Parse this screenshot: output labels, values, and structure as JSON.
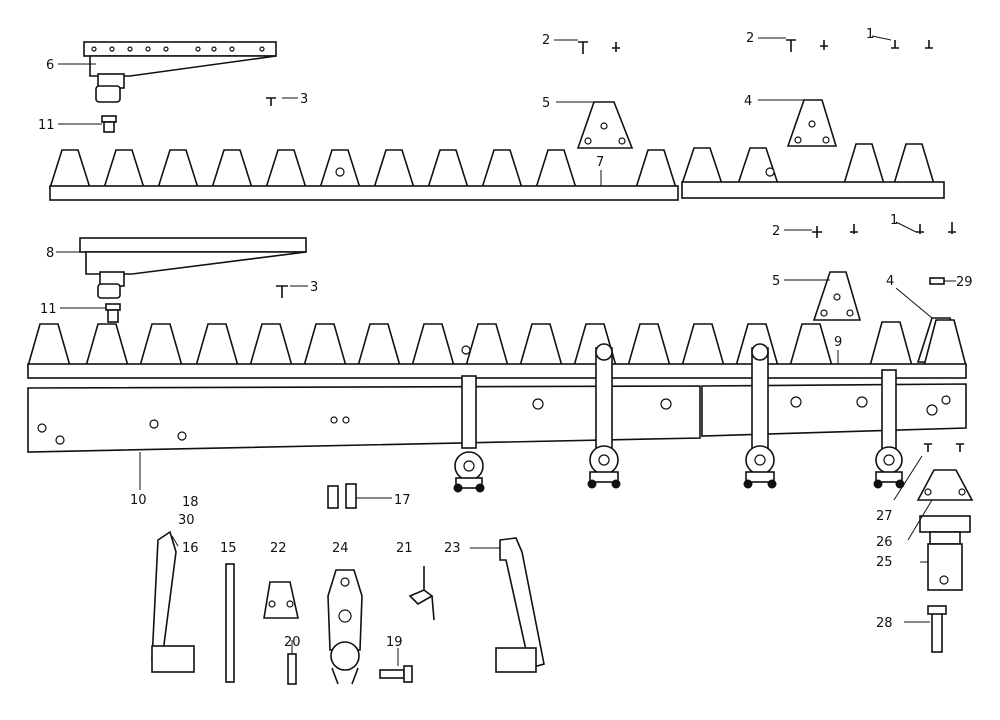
{
  "diagram": {
    "labels": [
      {
        "id": "l2a",
        "text": "2"
      },
      {
        "id": "l2b",
        "text": "2"
      },
      {
        "id": "l1a",
        "text": "1"
      },
      {
        "id": "l6",
        "text": "6"
      },
      {
        "id": "l3a",
        "text": "3"
      },
      {
        "id": "l11a",
        "text": "11"
      },
      {
        "id": "l5a",
        "text": "5"
      },
      {
        "id": "l4a",
        "text": "4"
      },
      {
        "id": "l7",
        "text": "7"
      },
      {
        "id": "l2c",
        "text": "2"
      },
      {
        "id": "l1b",
        "text": "1"
      },
      {
        "id": "l8",
        "text": "8"
      },
      {
        "id": "l3b",
        "text": "3"
      },
      {
        "id": "l5b",
        "text": "5"
      },
      {
        "id": "l4b",
        "text": "4"
      },
      {
        "id": "l29",
        "text": "29"
      },
      {
        "id": "l11b",
        "text": "11"
      },
      {
        "id": "l9",
        "text": "9"
      },
      {
        "id": "l10",
        "text": "10"
      },
      {
        "id": "l18",
        "text": "18"
      },
      {
        "id": "l17",
        "text": "17"
      },
      {
        "id": "l30",
        "text": "30"
      },
      {
        "id": "l16",
        "text": "16"
      },
      {
        "id": "l15",
        "text": "15"
      },
      {
        "id": "l22",
        "text": "22"
      },
      {
        "id": "l24",
        "text": "24"
      },
      {
        "id": "l21",
        "text": "21"
      },
      {
        "id": "l23",
        "text": "23"
      },
      {
        "id": "l27",
        "text": "27"
      },
      {
        "id": "l26",
        "text": "26"
      },
      {
        "id": "l25",
        "text": "25"
      },
      {
        "id": "l20",
        "text": "20"
      },
      {
        "id": "l19",
        "text": "19"
      },
      {
        "id": "l28",
        "text": "28"
      }
    ]
  }
}
